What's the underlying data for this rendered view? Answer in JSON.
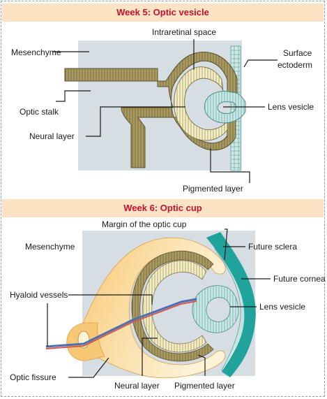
{
  "panels": [
    {
      "title": "Week 5: Optic vesicle",
      "labels": {
        "mesenchyme": "Mesenchyme",
        "intraretinal_space": "Intraretinal space",
        "surface_ectoderm_1": "Surface",
        "surface_ectoderm_2": "ectoderm",
        "optic_stalk": "Optic stalk",
        "lens_vesicle": "Lens vesicle",
        "neural_layer": "Neural layer",
        "pigmented_layer": "Pigmented layer"
      }
    },
    {
      "title": "Week 6: Optic cup",
      "labels": {
        "margin_optic_cup": "Margin of the optic cup",
        "mesenchyme": "Mesenchyme",
        "future_sclera": "Future sclera",
        "future_cornea": "Future cornea",
        "hyaloid_vessels": "Hyaloid vessels",
        "lens_vesicle": "Lens vesicle",
        "optic_fissure": "Optic fissure",
        "neural_layer": "Neural layer",
        "pigmented_layer": "Pigmented layer"
      }
    }
  ],
  "colors": {
    "band": "#fbe3c4",
    "title_text": "#c8102e",
    "mesenchyme_bg": "#d6dde3",
    "pigmented": "#a99a62",
    "neural": "#f6efc4",
    "lens": "#c9e8e6",
    "sclera": "#1fa39c",
    "cornea": "#cfe9e7",
    "optic_cup_orange": "#f3b95c"
  }
}
